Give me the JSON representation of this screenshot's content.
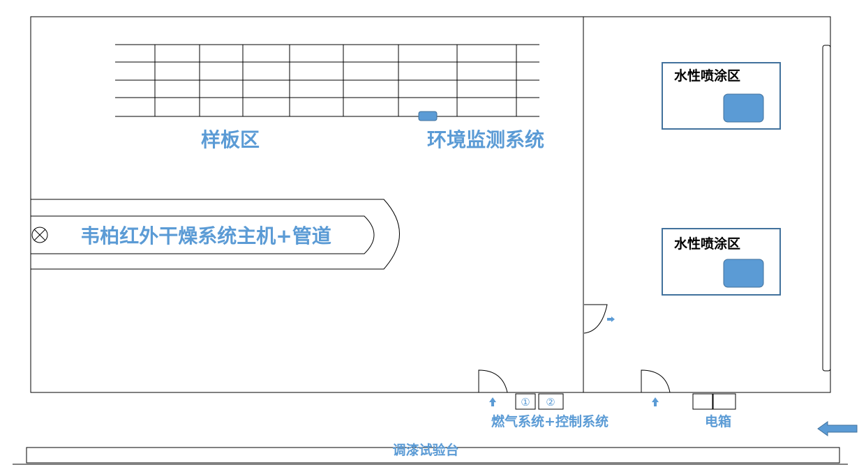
{
  "labels": {
    "sample_area": "样板区",
    "env_monitor": "环境监测系统",
    "dryer": "韦柏红外干燥系统主机+管道",
    "spray_zone_1": "水性喷涂区",
    "spray_zone_2": "水性喷涂区",
    "gas_control": "燃气系统+控制系统",
    "electric_box": "电箱",
    "paint_bench": "调漆试验台",
    "box_1": "①",
    "box_2": "②"
  },
  "colors": {
    "accent": "#5b9bd5",
    "border_blue": "#41719c",
    "line": "#000000"
  },
  "icons": {
    "dryer_symbol": "circle-x-icon",
    "entry_arrows": "arrow-up-icon",
    "side_arrow": "arrow-left-icon"
  }
}
